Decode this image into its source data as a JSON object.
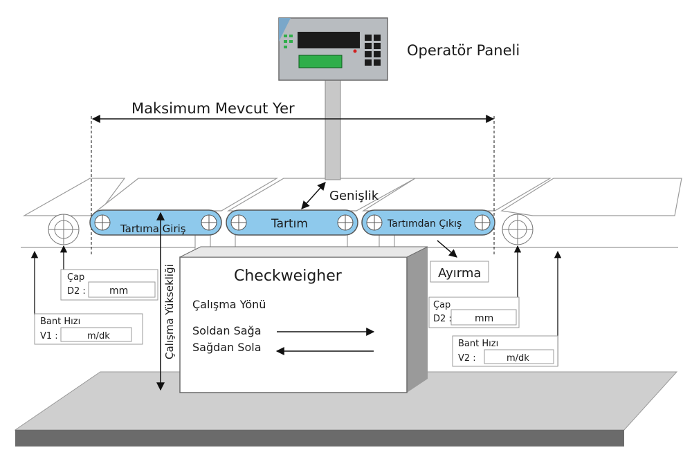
{
  "labels": {
    "operator_panel": "Operatör Paneli",
    "max_space": "Maksimum Mevcut Yer",
    "width": "Genişlik",
    "infeed": "Tartıma Giriş",
    "weighing": "Tartım",
    "outfeed": "Tartımdan Çıkış",
    "checkweigher": "Checkweigher",
    "working_height": "Çalışma Yüksekliği",
    "direction_title": "Çalışma Yönü",
    "left_to_right": "Soldan Sağa",
    "right_to_left": "Sağdan Sola",
    "reject": "Ayırma"
  },
  "diameter_left": {
    "title": "Çap",
    "prefix": "D2 :",
    "unit": "mm"
  },
  "diameter_right": {
    "title": "Çap",
    "prefix": "D2 :",
    "unit": "mm"
  },
  "speed_left": {
    "title": "Bant Hızı",
    "prefix": "V1 :",
    "unit": "m/dk"
  },
  "speed_right": {
    "title": "Bant Hızı",
    "prefix": "V2 :",
    "unit": "m/dk"
  },
  "colors": {
    "belt_blue": "#8ec9ec",
    "floor_top": "#cfcfcf",
    "floor_side": "#6b6b6b",
    "panel_grey": "#b8bcc0",
    "display_green": "#2fae4a"
  }
}
